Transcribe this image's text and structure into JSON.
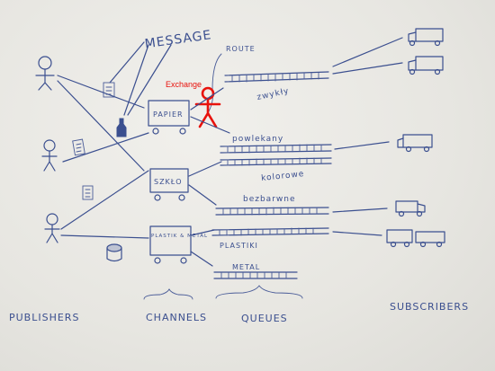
{
  "labels": {
    "message": "MESSAGE",
    "route": "ROUTE",
    "exchange": "Exchange",
    "publishers": "PUBLISHERS",
    "channels": "CHANNELS",
    "queues": "QUEUES",
    "subscribers": "SUBSCRIBERS"
  },
  "channels": [
    {
      "name": "PAPIER"
    },
    {
      "name": "SZKŁO"
    },
    {
      "name": "PLASTIK & METAL"
    }
  ],
  "queues": [
    {
      "name": "zwykły"
    },
    {
      "name": "powlekany"
    },
    {
      "name": "kolorowe"
    },
    {
      "name": "bezbarwne"
    },
    {
      "name": "PLASTIKI"
    },
    {
      "name": "METAL"
    }
  ],
  "colors": {
    "ink": "#3b4f8f",
    "highlight": "#e8120c",
    "paper": "#ecebe7"
  },
  "icons": [
    "stick-figure-icon",
    "document-icon",
    "bottle-icon",
    "can-icon",
    "truck-icon"
  ]
}
